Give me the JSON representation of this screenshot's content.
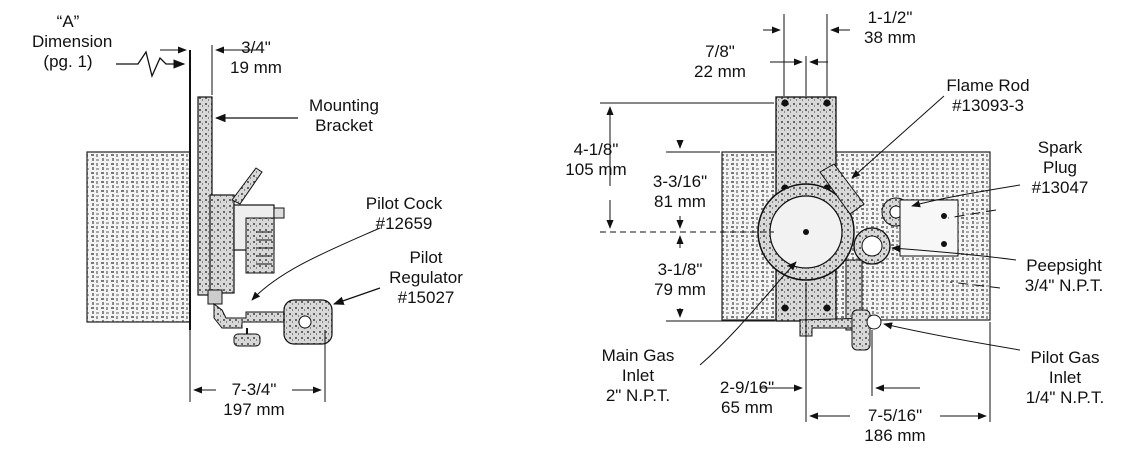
{
  "left_view": {
    "a_dimension": [
      "“A”",
      "Dimension",
      "(pg. 1)"
    ],
    "offset_dim": [
      "3/4\"",
      "19 mm"
    ],
    "mounting_bracket": [
      "Mounting",
      "Bracket"
    ],
    "pilot_cock": [
      "Pilot Cock",
      "#12659"
    ],
    "pilot_regulator": [
      "Pilot",
      "Regulator",
      "#15027"
    ],
    "length_dim": [
      "7-3/4\"",
      "197 mm"
    ]
  },
  "right_view": {
    "width_dim": [
      "1-1/2\"",
      "38 mm"
    ],
    "bolt_dim": [
      "7/8\"",
      "22 mm"
    ],
    "flame_rod": [
      "Flame Rod",
      "#13093-3"
    ],
    "spark_plug": [
      "Spark",
      "Plug",
      "#13047"
    ],
    "top_height_dim": [
      "4-1/8\"",
      "105 mm"
    ],
    "upper_dim": [
      "3-3/16\"",
      "81 mm"
    ],
    "lower_dim": [
      "3-1/8\"",
      "79 mm"
    ],
    "peepsight": [
      "Peepsight",
      "3/4\" N.P.T."
    ],
    "main_gas_inlet": [
      "Main Gas",
      "Inlet",
      "2\" N.P.T."
    ],
    "pilot_gas_inlet": [
      "Pilot Gas",
      "Inlet",
      "1/4\" N.P.T."
    ],
    "inlet_offset_dim": [
      "2-9/16\"",
      "65 mm"
    ],
    "overall_dim": [
      "7-5/16\"",
      "186 mm"
    ]
  }
}
